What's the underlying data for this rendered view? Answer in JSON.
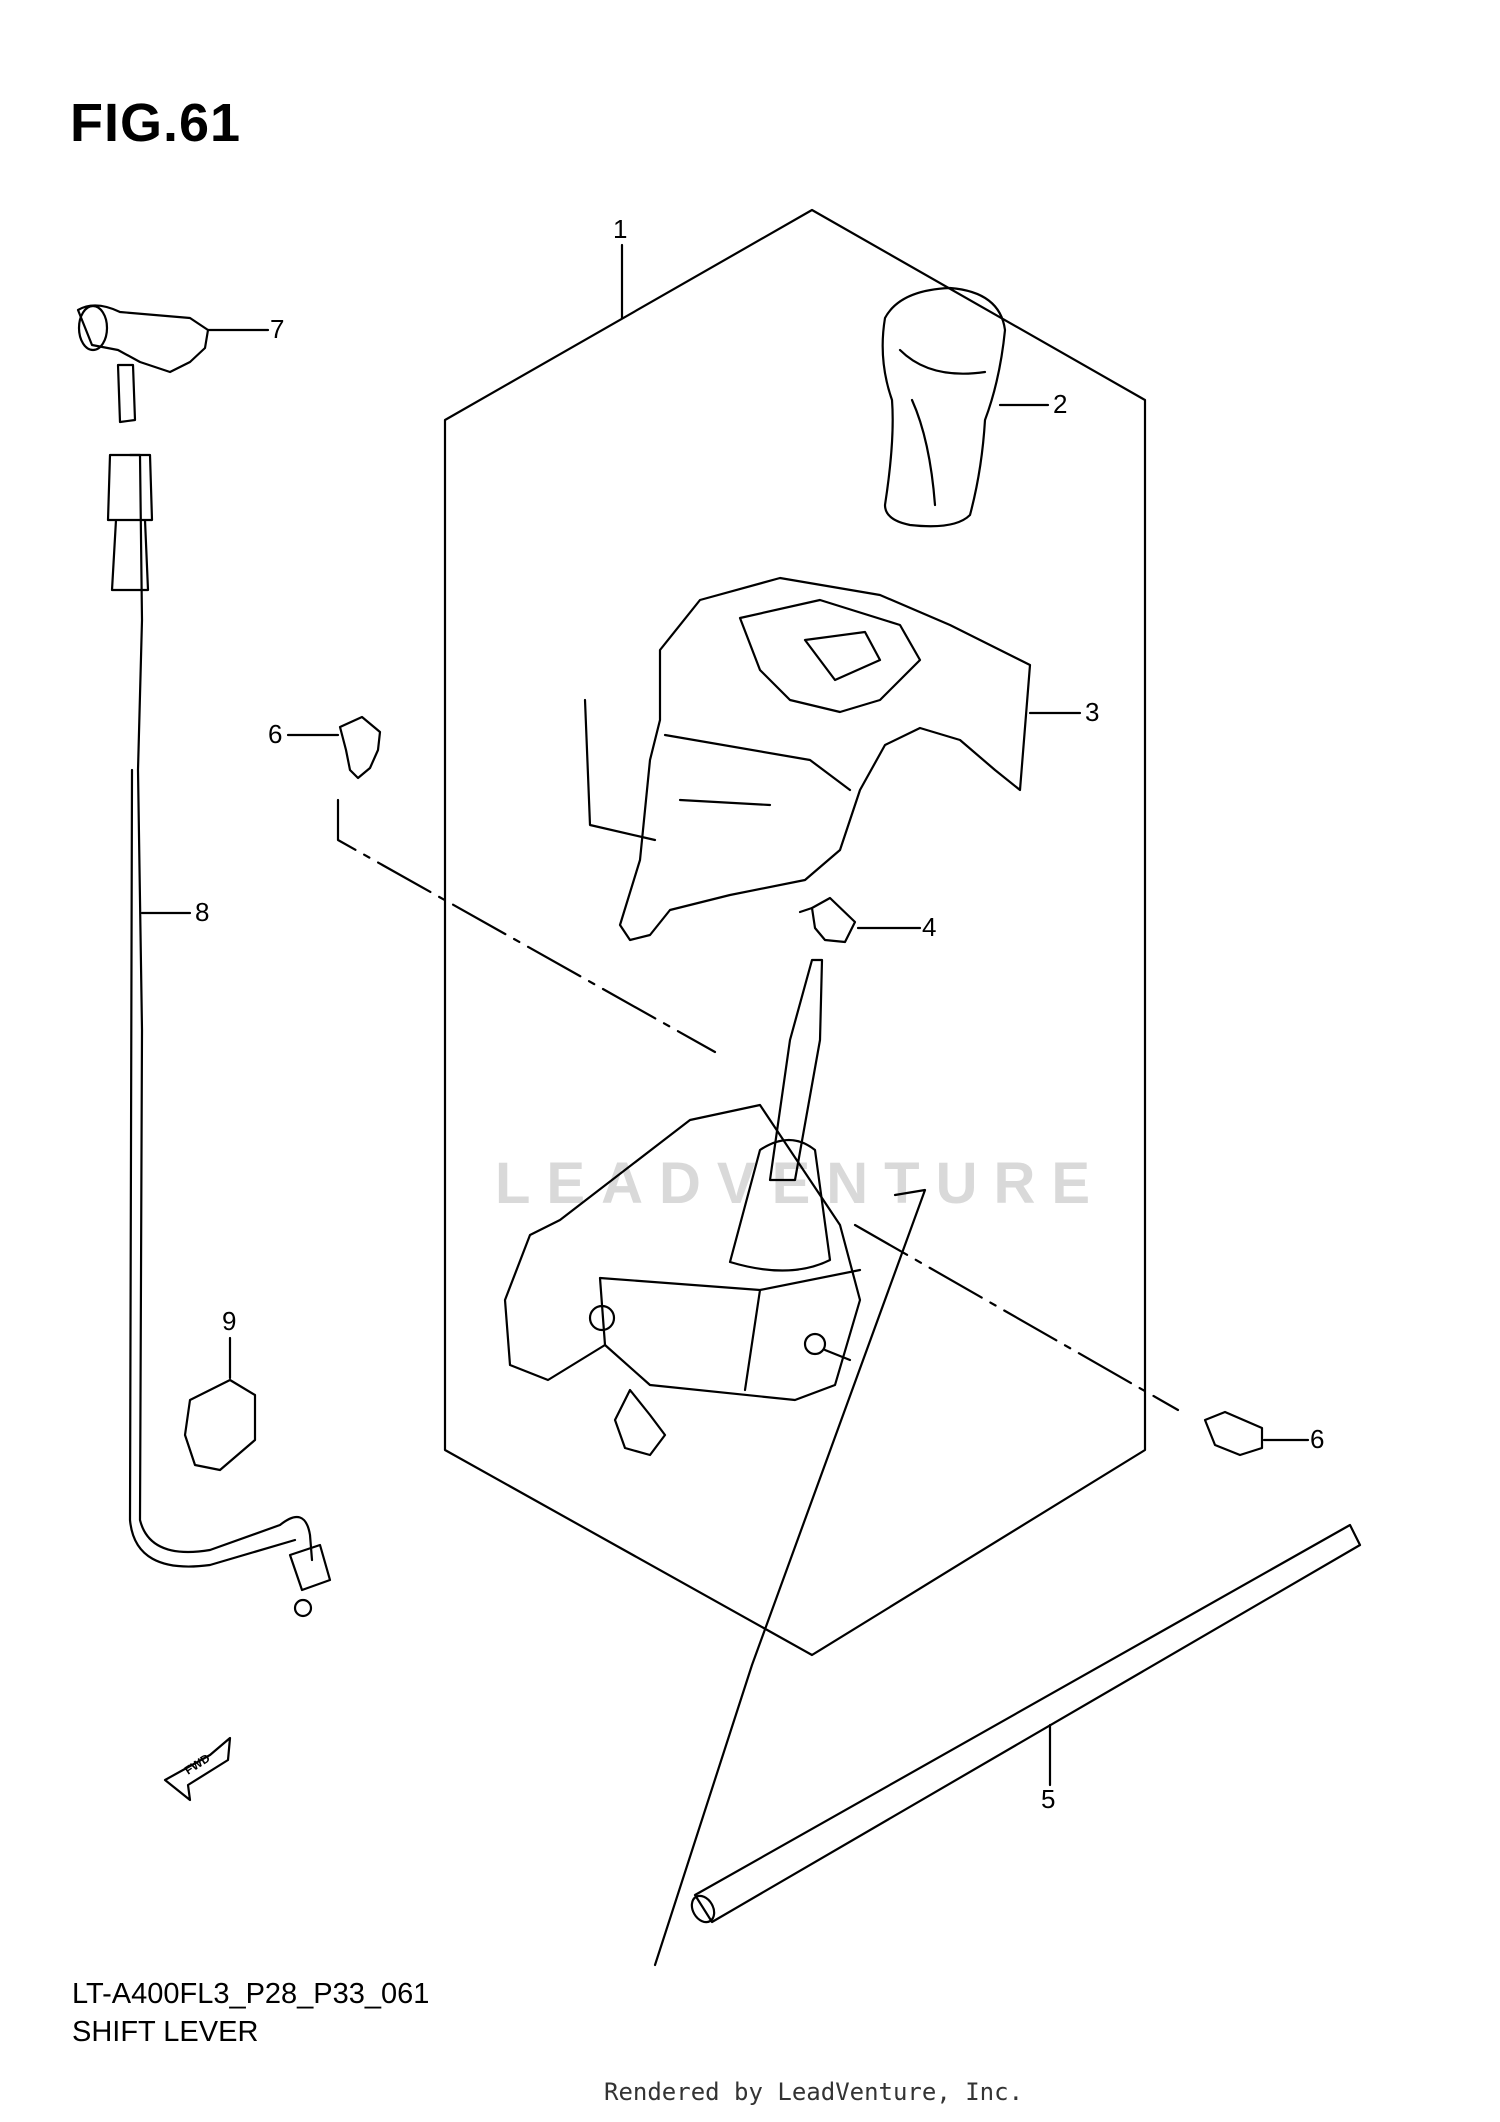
{
  "figure": {
    "title": "FIG.61"
  },
  "footer": {
    "code": "LT-A400FL3_P28_P33_061",
    "caption": "SHIFT LEVER",
    "credit": "Rendered by LeadVenture, Inc."
  },
  "watermark": {
    "text": "LEADVENTURE"
  },
  "callouts": {
    "c1": "1",
    "c2": "2",
    "c3": "3",
    "c4": "4",
    "c5": "5",
    "c6a": "6",
    "c6b": "6",
    "c7": "7",
    "c8": "8",
    "c9": "9"
  },
  "fwd_label": "FWD",
  "colors": {
    "line": "#000000",
    "watermark": "#d9d9d9"
  }
}
